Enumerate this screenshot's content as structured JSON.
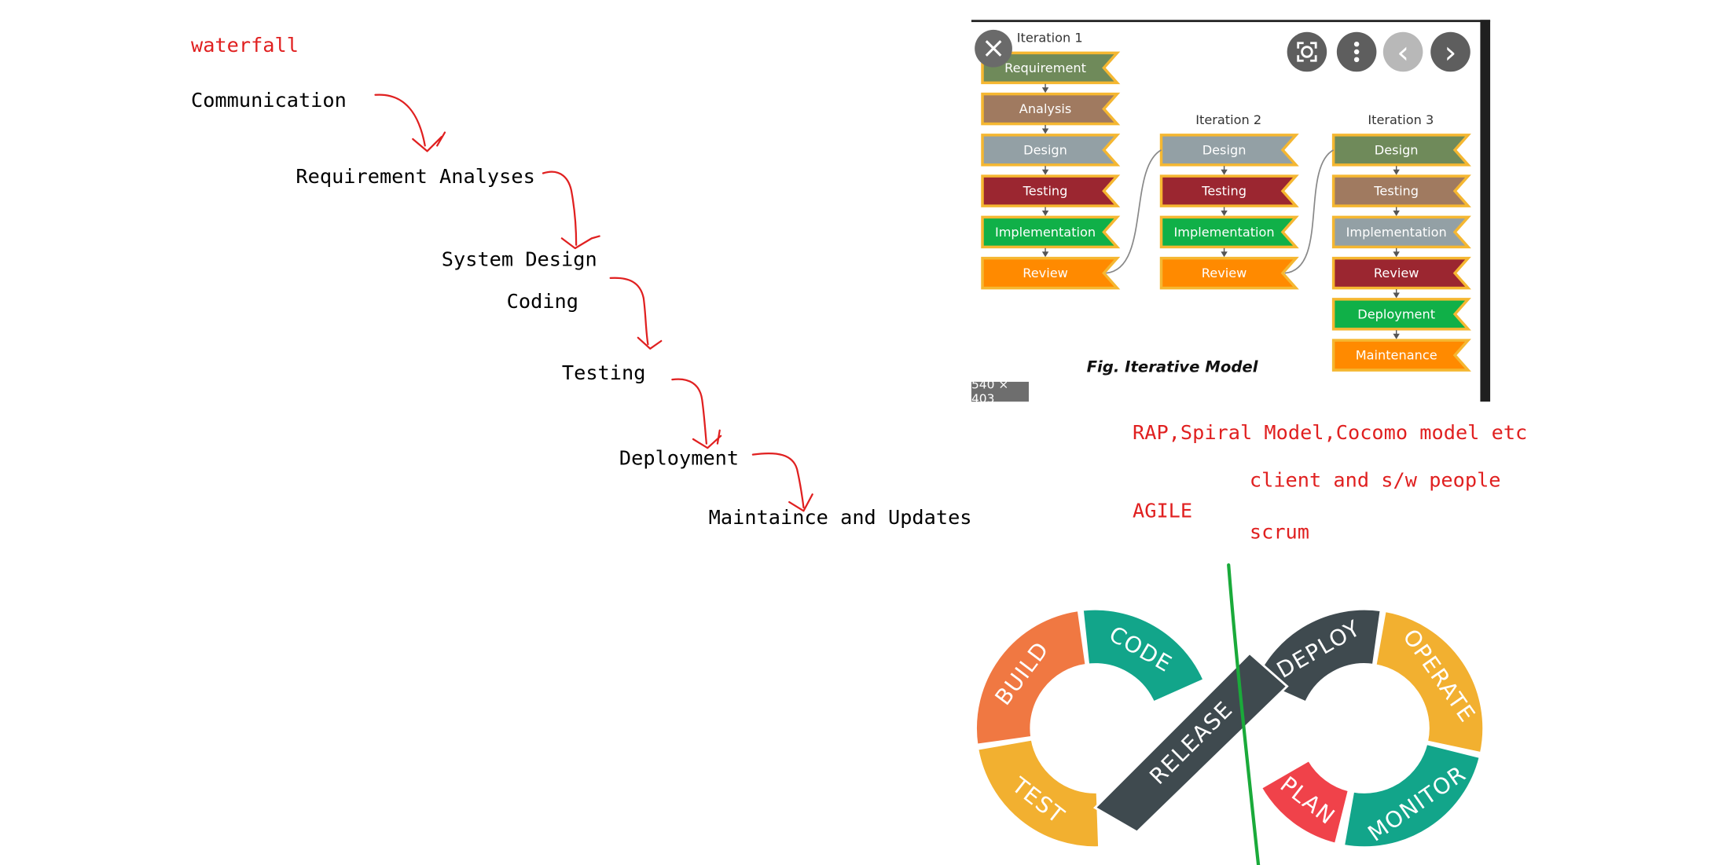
{
  "colors": {
    "ink_black": "#000000",
    "ink_red": "#e02020",
    "ink_green": "#1aaa3a",
    "sage": "#6f8a5a",
    "brown": "#a07a60",
    "slate": "#93a0a5",
    "maroon": "#9b2630",
    "green": "#10b048",
    "orange": "#ff8a00",
    "gold": "#f2b030",
    "teal": "#12a58a",
    "charcoal": "#3f4a4f",
    "coral": "#f07842",
    "red": "#f0424a"
  },
  "notes": {
    "waterfall": "waterfall",
    "steps": [
      "Communication",
      "Requirement Analyses",
      "System Design",
      "Coding",
      "Testing",
      "Deployment",
      "Maintaince and Updates"
    ],
    "other_models": "RAP,Spiral Model,Cocomo model etc",
    "client": "client and s/w people",
    "agile": "AGILE",
    "scrum": "scrum"
  },
  "viewer": {
    "close_icon": "×",
    "lens_icon": "lens-icon",
    "more_icon": "more-vert-icon",
    "prev_icon": "‹",
    "next_icon": "›",
    "size_label": "540 × 403"
  },
  "iterative": {
    "iterations": [
      {
        "title": "Iteration 1",
        "stages": [
          {
            "label": "Requirement",
            "color": "#6f8a5a"
          },
          {
            "label": "Analysis",
            "color": "#a07a60"
          },
          {
            "label": "Design",
            "color": "#93a0a5"
          },
          {
            "label": "Testing",
            "color": "#9b2630"
          },
          {
            "label": "Implementation",
            "color": "#10b048"
          },
          {
            "label": "Review",
            "color": "#ff8a00"
          }
        ]
      },
      {
        "title": "Iteration 2",
        "stages": [
          {
            "label": "Design",
            "color": "#93a0a5"
          },
          {
            "label": "Testing",
            "color": "#9b2630"
          },
          {
            "label": "Implementation",
            "color": "#10b048"
          },
          {
            "label": "Review",
            "color": "#ff8a00"
          }
        ]
      },
      {
        "title": "Iteration 3",
        "stages": [
          {
            "label": "Design",
            "color": "#6f8a5a"
          },
          {
            "label": "Testing",
            "color": "#a07a60"
          },
          {
            "label": "Implementation",
            "color": "#93a0a5"
          },
          {
            "label": "Review",
            "color": "#9b2630"
          },
          {
            "label": "Deployment",
            "color": "#10b048"
          },
          {
            "label": "Maintenance",
            "color": "#ff8a00"
          }
        ]
      }
    ],
    "caption": "Fig. Iterative Model"
  },
  "devops": {
    "segments": [
      "BUILD",
      "CODE",
      "DEPLOY",
      "OPERATE",
      "TEST",
      "RELEASE",
      "PLAN",
      "MONITOR"
    ]
  }
}
